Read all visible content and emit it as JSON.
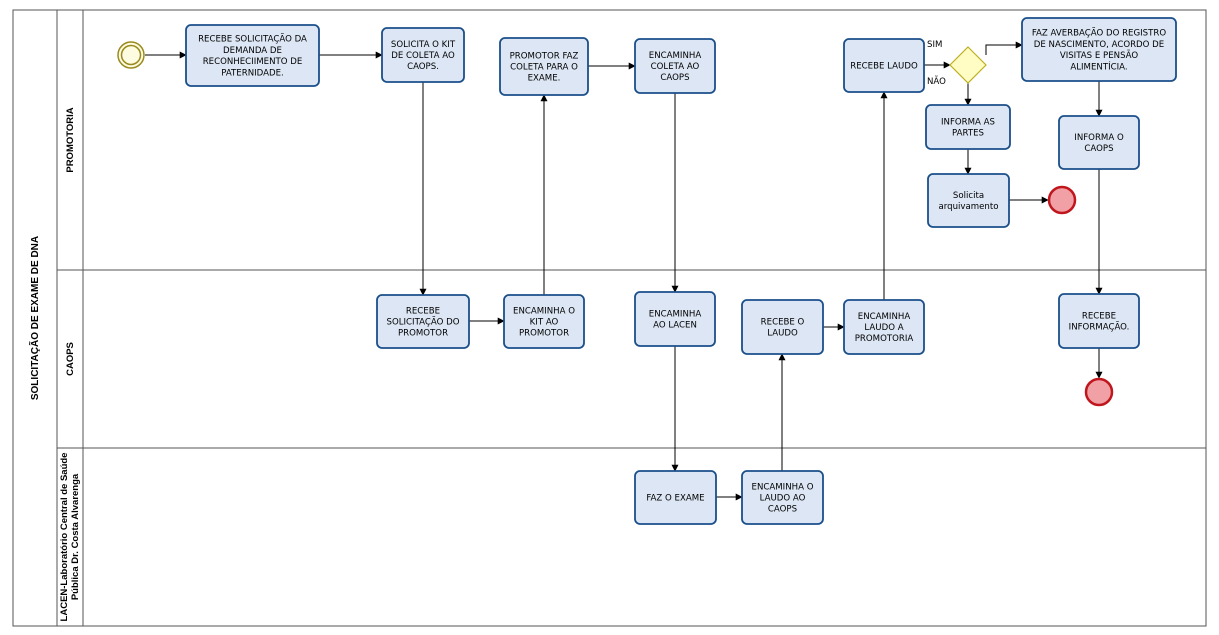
{
  "pool": {
    "title": "SOLICITAÇÃO DE EXAME DE DNA",
    "lanes": [
      {
        "id": "promotoria",
        "title": [
          "PROMOTORIA"
        ]
      },
      {
        "id": "caops",
        "title": [
          "CAOPS"
        ]
      },
      {
        "id": "lacen",
        "title": [
          "LACEN-Laboratório Central de Saúde",
          "Pública Dr. Costa Alvarenga"
        ]
      }
    ]
  },
  "tasks": [
    {
      "id": "t1",
      "lines": [
        "RECEBE SOLICITAÇÃO DA",
        "DEMANDA DE",
        "RECONHECIIMENTO DE",
        "PATERNIDADE."
      ]
    },
    {
      "id": "t2",
      "lines": [
        "SOLICITA O KIT",
        "DE COLETA AO",
        "CAOPS."
      ]
    },
    {
      "id": "t3",
      "lines": [
        "PROMOTOR FAZ",
        "COLETA PARA O",
        "EXAME."
      ]
    },
    {
      "id": "t4",
      "lines": [
        "ENCAMINHA",
        "COLETA AO",
        "CAOPS"
      ]
    },
    {
      "id": "t5",
      "lines": [
        "RECEBE LAUDO"
      ]
    },
    {
      "id": "t6",
      "lines": [
        "FAZ AVERBAÇÃO DO REGISTRO",
        "DE NASCIMENTO, ACORDO DE",
        "VISITAS E PENSÃO",
        "ALIMENTÍCIA."
      ]
    },
    {
      "id": "t7",
      "lines": [
        "INFORMA AS",
        "PARTES"
      ]
    },
    {
      "id": "t8",
      "lines": [
        "Solicita",
        "arquivamento"
      ]
    },
    {
      "id": "t9",
      "lines": [
        "INFORMA O",
        "CAOPS"
      ]
    },
    {
      "id": "t10",
      "lines": [
        "RECEBE",
        "SOLICITAÇÃO DO",
        "PROMOTOR"
      ]
    },
    {
      "id": "t11",
      "lines": [
        "ENCAMINHA O",
        "KIT AO",
        "PROMOTOR"
      ]
    },
    {
      "id": "t12",
      "lines": [
        "ENCAMINHA",
        "AO LACEN"
      ]
    },
    {
      "id": "t13",
      "lines": [
        "RECEBE  O",
        "LAUDO"
      ]
    },
    {
      "id": "t14",
      "lines": [
        "ENCAMINHA",
        "LAUDO A",
        "PROMOTORIA"
      ]
    },
    {
      "id": "t15",
      "lines": [
        "RECEBE",
        "INFORMAÇÃO."
      ]
    },
    {
      "id": "t16",
      "lines": [
        "FAZ O EXAME"
      ]
    },
    {
      "id": "t17",
      "lines": [
        "ENCAMINHA O",
        "LAUDO AO",
        "CAOPS"
      ]
    }
  ],
  "gateway": {
    "yes_label": "SIM",
    "no_label": "NÃO"
  },
  "colors": {
    "task_fill": "#dce6f4",
    "task_stroke": "#1b4f8a",
    "start_stroke": "#9a8a1e",
    "start_fill": "#fdfbe0",
    "end_fill": "#f1a1a5",
    "end_stroke": "#c0171f",
    "gateway_fill": "#fffcc4",
    "gateway_stroke": "#bdb020",
    "line": "#000000",
    "lane_border": "#555555"
  }
}
